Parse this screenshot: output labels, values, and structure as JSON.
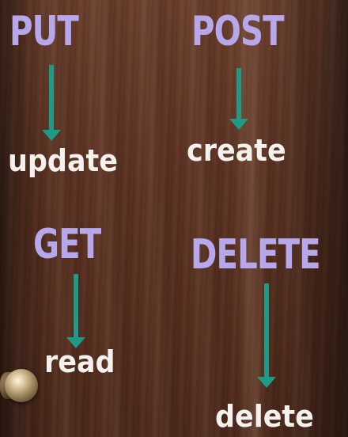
{
  "methods": [
    {
      "name": "PUT",
      "action": "update"
    },
    {
      "name": "POST",
      "action": "create"
    },
    {
      "name": "GET",
      "action": "read"
    },
    {
      "name": "DELETE",
      "action": "delete"
    }
  ],
  "colors": {
    "method_text": "#b7a8ec",
    "action_text": "#f4f1ee",
    "arrow": "#1f9a86",
    "door_wood": "#5c3323"
  },
  "icons": {
    "arrow": "arrow-down-icon",
    "door_knob": "door-knob-icon"
  }
}
